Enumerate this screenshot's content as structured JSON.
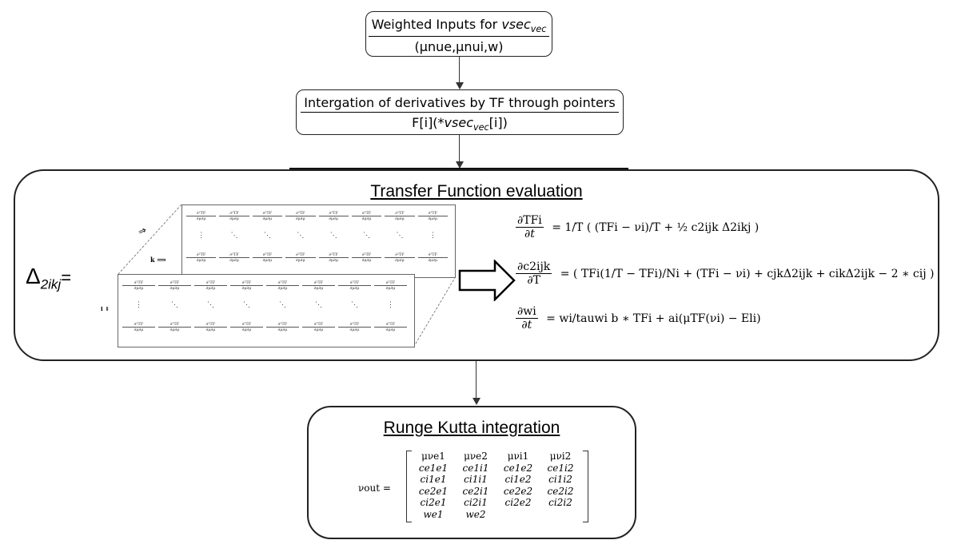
{
  "box1": {
    "line1_prefix": "Weighted Inputs for ",
    "line1_var": "vsec",
    "line1_sub": "vec",
    "line2": "(μnue,μnui,w)"
  },
  "box2": {
    "line1": "Intergation of derivatives by TF through pointers",
    "line2_prefix": "F[i](*",
    "line2_var": "vsec",
    "line2_sub": "vec",
    "line2_suffix": "[i])"
  },
  "transfer": {
    "title": "Transfer Function evaluation",
    "delta_symbol": "Δ",
    "delta_sub": "2ikj",
    "equals": "="
  },
  "matrix": {
    "label_k": "k ⟹",
    "label_i": "i ⇓",
    "label_j": "⇗"
  },
  "equations": {
    "eq1_lhs_num": "∂TFi",
    "eq1_lhs_den": "∂t",
    "eq1_rhs": "= 1/T ( (TFi − νi)/T + ½ c2ijk Δ2ikj )",
    "eq2_lhs_num": "∂c2ijk",
    "eq2_lhs_den": "∂T",
    "eq2_rhs": "= ( TFi(1/T − TFi)/Ni + (TFi − νi) + cjkΔ2ijk + cikΔ2ijk − 2 ∗ cij )",
    "eq3_lhs_num": "∂wi",
    "eq3_lhs_den": "∂t",
    "eq3_rhs": "= wi/tauwi b ∗ TFi + ai(μTF(νi) − Eli)"
  },
  "rk": {
    "title": "Runge Kutta integration",
    "lhs": "νout =",
    "rows": [
      [
        "μνe1",
        "μνe2",
        "μνi1",
        "μνi2"
      ],
      [
        "ce1e1",
        "ce1i1",
        "ce1e2",
        "ce1i2"
      ],
      [
        "ci1e1",
        "ci1i1",
        "ci1e2",
        "ci1i2"
      ],
      [
        "ce2e1",
        "ce2i1",
        "ce2e2",
        "ce2i2"
      ],
      [
        "ci2e1",
        "ci2i1",
        "ci2e2",
        "ci2i2"
      ],
      [
        "we1",
        "we2",
        "",
        ""
      ]
    ]
  }
}
